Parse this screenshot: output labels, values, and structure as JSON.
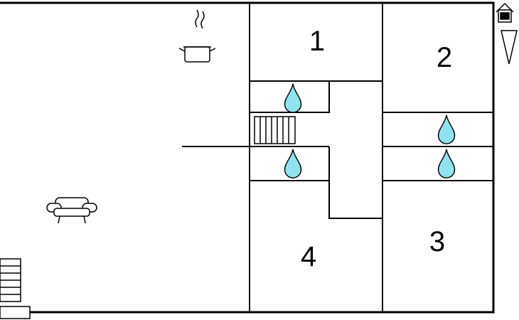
{
  "rooms": [
    {
      "label": "1"
    },
    {
      "label": "2"
    },
    {
      "label": "3"
    },
    {
      "label": "4"
    }
  ],
  "icons": {
    "kitchen": "cooking-pot-icon",
    "living": "sofa-icon",
    "bathroom": "water-drop-icon",
    "stairs": "stairs-icon",
    "north": "compass-arrow-icon",
    "house": "house-icon"
  },
  "colors": {
    "wall": "#000000",
    "water_drop": "#8fe3ee"
  }
}
